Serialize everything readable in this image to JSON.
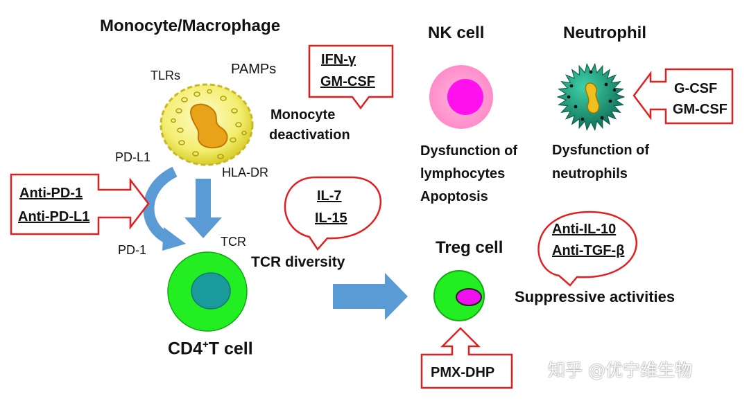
{
  "monocyte": {
    "title": "Monocyte/Macrophage",
    "tlrs": "TLRs",
    "pamps": "PAMPs",
    "pd_l1": "PD-L1",
    "hla_dr": "HLA-DR",
    "deactivation_line1": "Monocyte",
    "deactivation_line2": "deactivation",
    "cytokine_box": [
      "IFN-γ",
      "GM-CSF"
    ]
  },
  "checkpoint_box": [
    "Anti-PD-1",
    "Anti-PD-L1"
  ],
  "tcell": {
    "pd_1": "PD-1",
    "tcr": "TCR",
    "tcr_diversity": "TCR diversity",
    "label_main": "CD4",
    "label_sup": "+",
    "label_tail": "T cell",
    "bubble": [
      "IL-7",
      "IL-15"
    ]
  },
  "nk": {
    "title": "NK cell",
    "caption": [
      "Dysfunction of",
      "lymphocytes",
      "Apoptosis"
    ]
  },
  "neutrophil": {
    "title": "Neutrophil",
    "caption": [
      "Dysfunction of",
      "neutrophils"
    ],
    "box": [
      "G-CSF",
      "GM-CSF"
    ]
  },
  "treg": {
    "title": "Treg cell",
    "activity": "Suppressive activities",
    "bubble": [
      "Anti-IL-10",
      "Anti-TGF-β"
    ],
    "drug": "PMX-DHP"
  },
  "watermark": "知乎 @优宁维生物",
  "colors": {
    "red_box": "#e02020",
    "arrow_blue": "#5b9bd5",
    "tcell_outer": "#22ee22",
    "tcell_inner": "#1a9a9a",
    "nk_outer": "#ff9ad0",
    "nk_inner": "#ff11ee",
    "treg_inner": "#ee11ee",
    "monocyte": "#f3ee70",
    "neutrophil": "#1fa88a"
  }
}
